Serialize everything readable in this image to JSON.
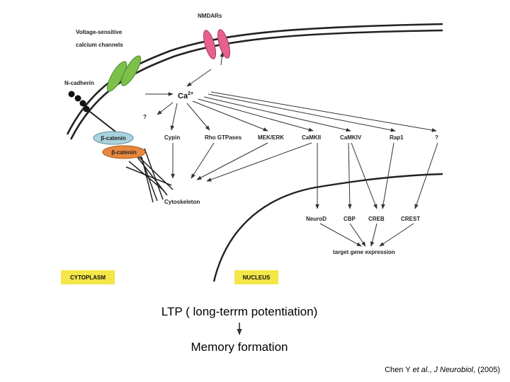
{
  "diagram": {
    "labels": {
      "nmdars": "NMDARs",
      "vscc_line1": "Voltage-sensitive",
      "vscc_line2": "calcium channels",
      "ncadherin": "N-cadherin",
      "ca_base": "Ca",
      "ca_sup": "2+",
      "question1": "?",
      "beta_catenin1": "β-catenin",
      "beta_catenin2": "β-catenin",
      "cypin": "Cypin",
      "rho": "Rho GTPases",
      "mekerk": "MEK/ERK",
      "camkii": "CaMKII",
      "camkiv": "CaMKIV",
      "rap1": "Rap1",
      "question2": "?",
      "cytoskeleton": "Cytoskeleton",
      "neurod": "NeuroD",
      "cbp": "CBP",
      "creb": "CREB",
      "crest": "CREST",
      "target": "target gene expression",
      "cytoplasm": "CYTOPLASM",
      "nucleus": "NUCLEUS"
    },
    "colors": {
      "calcium_channel": "#7cc04a",
      "nmdar": "#e8608e",
      "beta_catenin_blue": "#a9d3de",
      "beta_catenin_orange": "#e8873d",
      "region_box": "#f3e646"
    }
  },
  "captions": {
    "ltp": "LTP ( long-terrm potentiation)",
    "memory": "Memory formation",
    "citation_prefix": "Chen Y ",
    "citation_italic1": "et al.",
    "citation_sep": ", ",
    "citation_italic2": "J Neurobiol",
    "citation_suffix": ", (2005)"
  }
}
